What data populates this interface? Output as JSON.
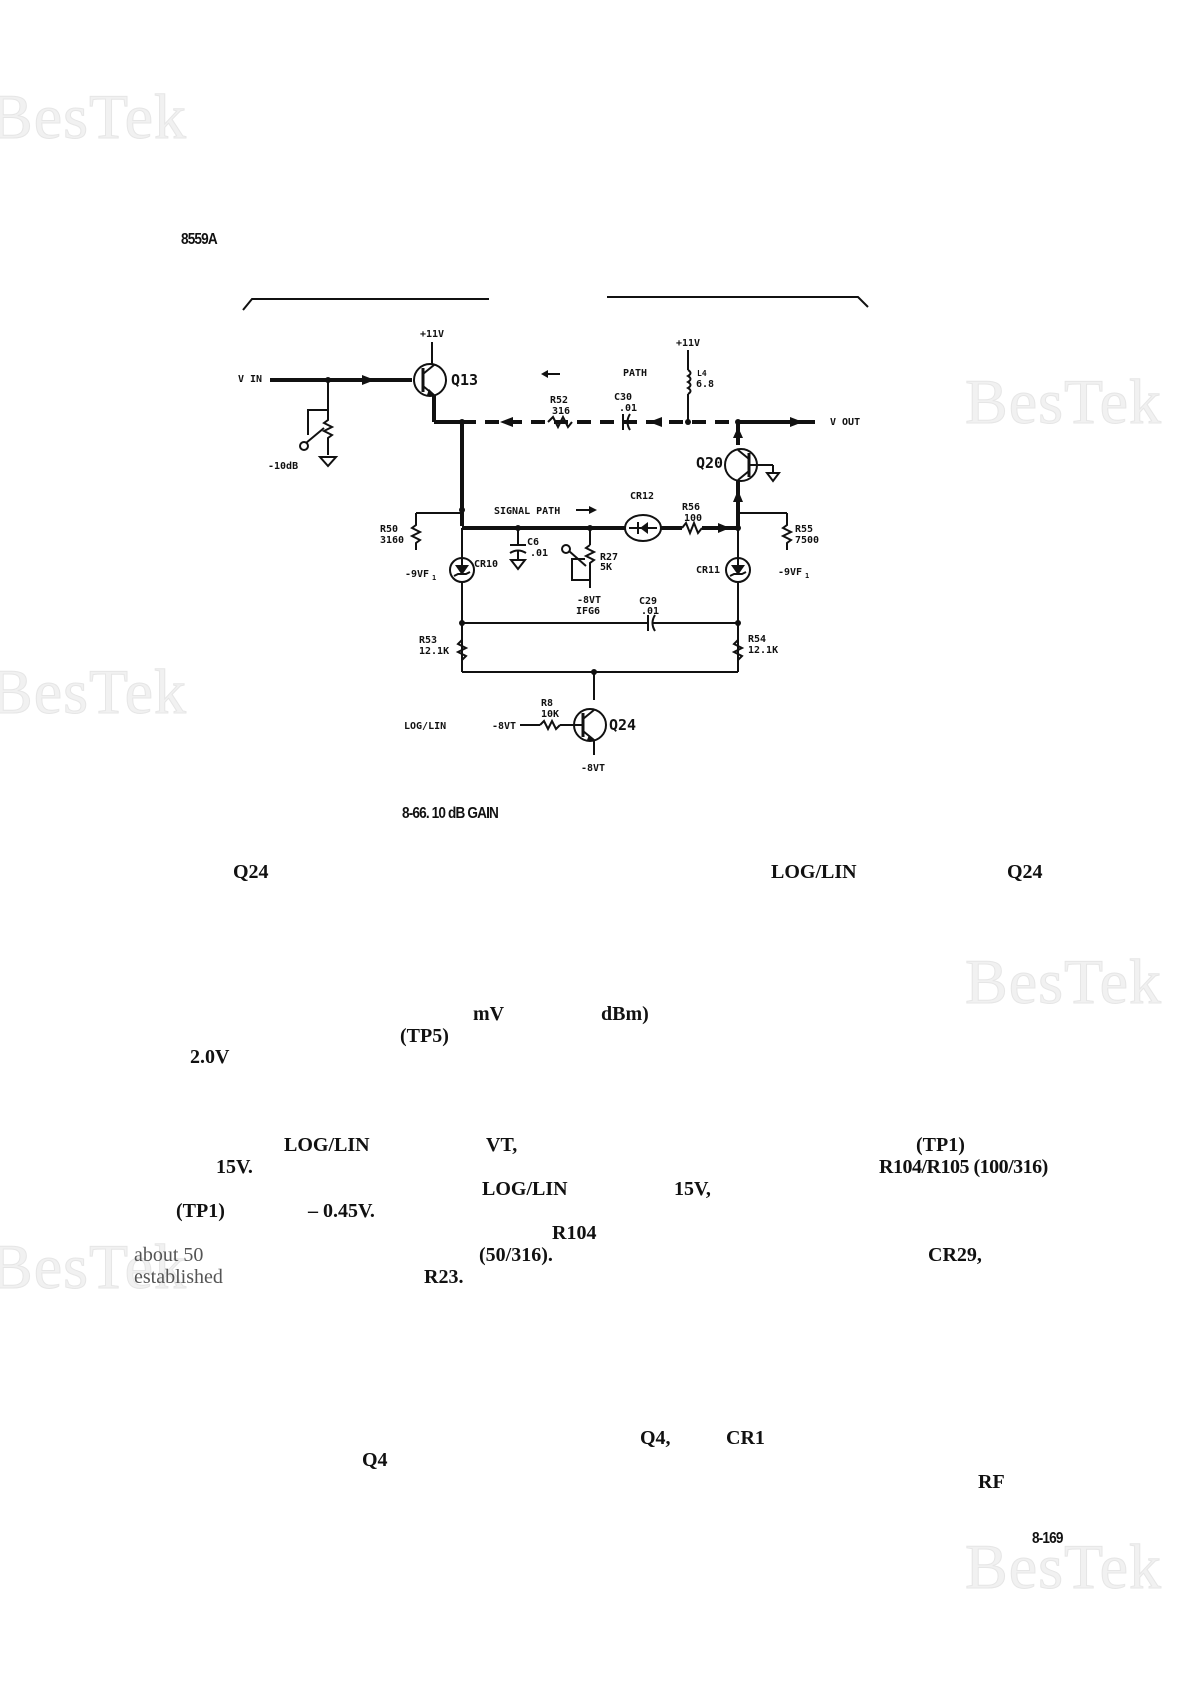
{
  "header": {
    "model": "8559A"
  },
  "footer": {
    "page_number": "8-169"
  },
  "watermark": {
    "text": "BesTek"
  },
  "figure": {
    "caption": "8-66. 10 dB GAIN",
    "labels": {
      "v_in": "V IN",
      "v_out": "V OUT",
      "q13": "Q13",
      "q20": "Q20",
      "q24": "Q24",
      "v11_a": "+11V",
      "v11_b": "+11V",
      "path": "PATH",
      "l4": "L4",
      "l4_val": "6.8",
      "r52": "R52",
      "r52_val": "316",
      "c30": "C30",
      "c30_val": ".01",
      "minus10db": "-10dB",
      "signal_path": "SIGNAL PATH",
      "cr12": "CR12",
      "r56": "R56",
      "r56_val": "100",
      "r50": "R50",
      "r50_val": "3160",
      "c6": "C6",
      "c6_val": ".01",
      "r27": "R27",
      "r27_val": "5K",
      "r55": "R55",
      "r55_val": "7500",
      "minus9vf_left": "-9VF",
      "minus9vf_right": "-9VF",
      "cr10": "CR10",
      "cr11": "CR11",
      "minus8vt_ifg": "-8VT",
      "ifg6": "IFG6",
      "c29": "C29",
      "c29_val": ".01",
      "r53": "R53",
      "r53_val": "12.1K",
      "r54": "R54",
      "r54_val": "12.1K",
      "r8": "R8",
      "r8_val": "10K",
      "log_lin": "LOG/LIN",
      "minus8vt_base": "-8VT",
      "minus8vt_emitter": "-8VT"
    }
  },
  "text_fragments": {
    "p1_q24_a": "Q24",
    "p1_loglin": "LOG/LIN",
    "p1_q24_b": "Q24",
    "p2_mv": "mV",
    "p2_dbm": "dBm)",
    "p2_tp5": "(TP5)",
    "p2_2v": "2.0V",
    "p3_loglin_a": "LOG/LIN",
    "p3_vt": "VT,",
    "p3_tp1_a": "(TP1)",
    "p3_15v_a": "15V.",
    "p3_r104r105": "R104/R105 (100/316)",
    "p3_loglin_b": "LOG/LIN",
    "p3_15v_b": "15V,",
    "p3_tp1_b": "(TP1)",
    "p3_045v": "– 0.45V.",
    "p3_r104": "R104",
    "p3_about50": "about 50",
    "p3_50_316": "(50/316).",
    "p3_cr29": "CR29,",
    "p3_established": "established",
    "p3_r23": "R23.",
    "p4_q4_a": "Q4,",
    "p4_cr1": "CR1",
    "p4_q4_b": "Q4",
    "p4_rf": "RF"
  }
}
